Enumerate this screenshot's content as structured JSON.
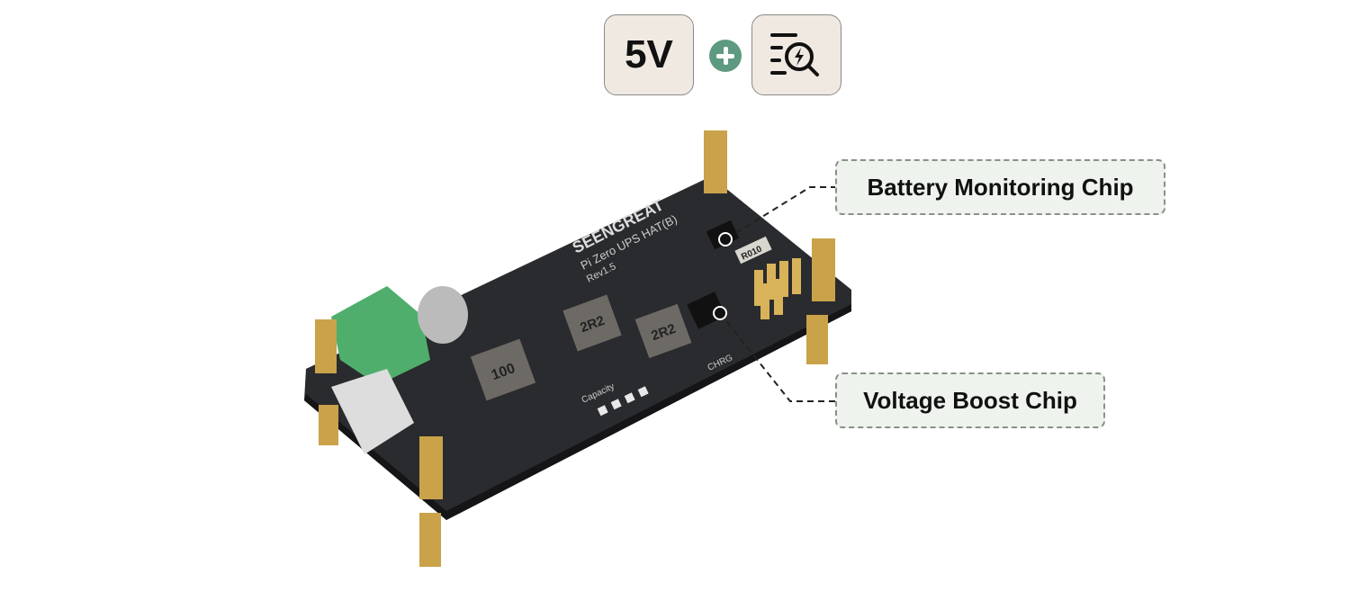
{
  "badges": {
    "voltage_label": "5V",
    "plus_icon": "plus-icon",
    "monitor_icon": "battery-monitor-search-icon"
  },
  "callouts": [
    {
      "label": "Battery Monitoring Chip"
    },
    {
      "label": "Voltage Boost Chip"
    }
  ],
  "board_print": {
    "brand": "SEENGREAT",
    "model": "Pi Zero UPS HAT(B)",
    "revision": "Rev1.5",
    "capacity": "Capacity",
    "chrg": "CHRG",
    "inductors": [
      "100",
      "2R2",
      "2R2"
    ],
    "resistor": "R010"
  },
  "colors": {
    "badge_bg": "#efe9e2",
    "accent": "#5e9a7f",
    "callout_bg": "#eef3ee",
    "pcb": "#2a2b2e",
    "brass": "#c9a24a",
    "terminal": "#4fae6c"
  }
}
